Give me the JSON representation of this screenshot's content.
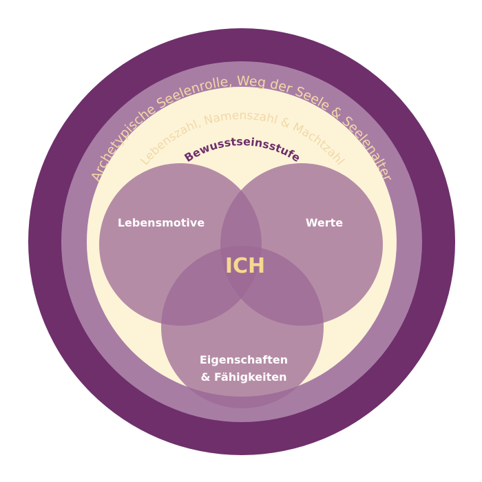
{
  "rings": {
    "outer_label": "Archetypische Seelenrolle, Weg der Seele & Seelenalter",
    "middle_label": "Lebenszahl, Namenszahl & Machtzahl",
    "inner_label": "Bewusstseinsstufe"
  },
  "venn": {
    "left_label": "Lebensmotive",
    "right_label": "Werte",
    "bottom_label_line1": "Eigenschaften",
    "bottom_label_line2": "& Fähigkeiten",
    "center_label": "ICH"
  },
  "colors": {
    "outer_ring": "#6e2f6b",
    "middle_ring": "#a87da4",
    "inner_disc": "#fdf4d8",
    "venn_circle": "#9c6a96",
    "ring_text": "#f2d8a6",
    "inner_label_text": "#6e2f6b",
    "venn_text": "#ffffff",
    "center_text": "#f5d98e"
  }
}
